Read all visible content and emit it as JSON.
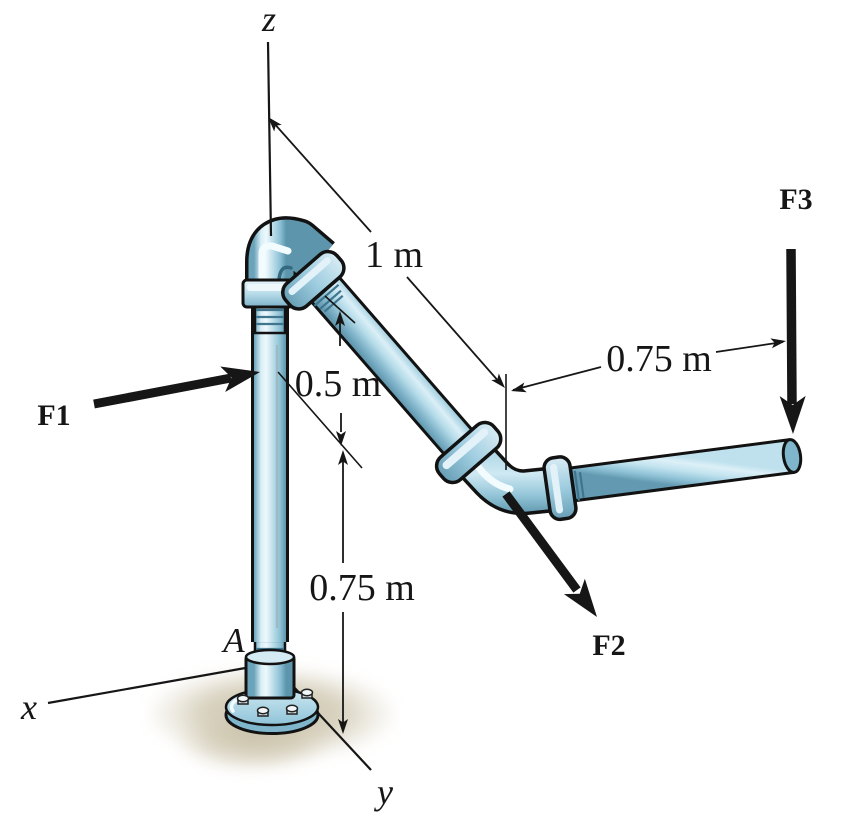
{
  "diagram": {
    "description": "Pipe assembly fixed at A with three applied forces",
    "axis_labels": {
      "z": "z",
      "x": "x",
      "y": "y"
    },
    "origin_label": "A",
    "forces": {
      "f1": "F1",
      "f2": "F2",
      "f3": "F3"
    },
    "dimensions": {
      "diag_upper": "1 m",
      "mid_vertical": "0.5 m",
      "right_horizontal": "0.75 m",
      "lower_vertical": "0.75 m"
    },
    "colors": {
      "ink": "#161616",
      "outline": "#121212",
      "pipe-light": "#dbeff7",
      "pipe-mid": "#a3cfe0",
      "pipe-dark": "#639ab1",
      "fitting-light": "#e2f2f8",
      "fitting-mid": "#8ac1d6",
      "highlight": "#f2fbfd",
      "shadow-tan": "#c9c0a6",
      "background": "#ffffff"
    }
  }
}
